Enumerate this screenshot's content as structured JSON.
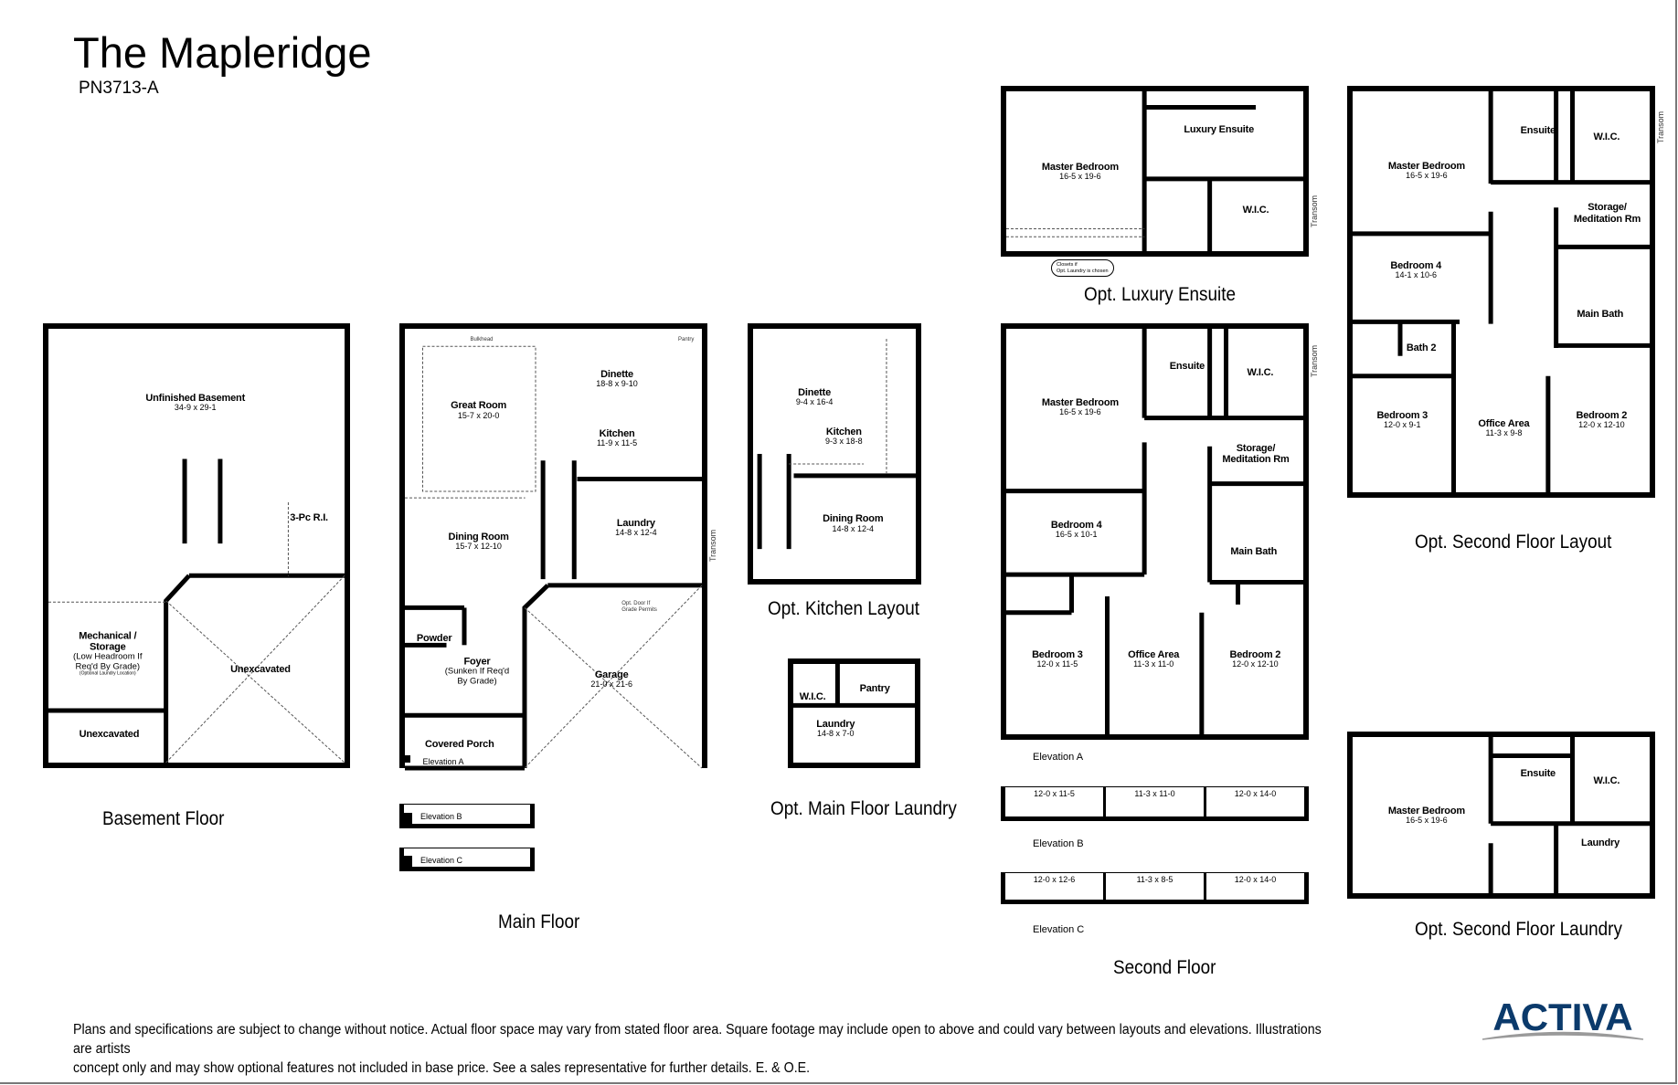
{
  "header": {
    "title": "The Mapleridge",
    "model_code": "PN3713-A"
  },
  "basement": {
    "caption": "Basement Floor",
    "rooms": [
      {
        "name": "Unfinished Basement",
        "dims": "34-9 x 29-1"
      },
      {
        "name": "3-Pc R.I."
      },
      {
        "name": "Mechanical /",
        "name2": "Storage",
        "note": "(Low Headroom If",
        "note2": "Req'd By Grade)",
        "sub": "(Optional Laundry Location)"
      },
      {
        "name": "Unexcavated"
      },
      {
        "name": "Unexcavated"
      }
    ]
  },
  "main_floor": {
    "caption": "Main Floor",
    "rooms": [
      {
        "name": "Great Room",
        "dims": "15-7 x 20-0"
      },
      {
        "name": "Dinette",
        "dims": "18-8 x 9-10"
      },
      {
        "name": "Kitchen",
        "dims": "11-9 x 11-5"
      },
      {
        "name": "Laundry",
        "dims": "14-8 x 12-4"
      },
      {
        "name": "Dining Room",
        "dims": "15-7 x 12-10"
      },
      {
        "name": "Powder"
      },
      {
        "name": "Foyer",
        "note": "(Sunken If  Req'd",
        "note2": "By Grade)"
      },
      {
        "name": "Garage",
        "dims": "21-0 x 21-6"
      },
      {
        "name": "Covered Porch"
      }
    ],
    "notes": {
      "bulkhead": "Bulkhead",
      "transom": "Transom",
      "opt_door": "Opt. Door If",
      "opt_door2": "Grade Permits",
      "pantry": "Pantry"
    },
    "elevations": [
      "Elevation A",
      "Elevation B",
      "Elevation C"
    ]
  },
  "opt_kitchen": {
    "caption": "Opt. Kitchen Layout",
    "rooms": [
      {
        "name": "Dinette",
        "dims": "9-4 x 16-4"
      },
      {
        "name": "Kitchen",
        "dims": "9-3 x 18-8"
      },
      {
        "name": "Dining Room",
        "dims": "14-8 x 12-4"
      }
    ]
  },
  "opt_main_laundry": {
    "caption": "Opt. Main Floor Laundry",
    "rooms": [
      {
        "name": "W.I.C."
      },
      {
        "name": "Pantry"
      },
      {
        "name": "Laundry",
        "dims": "14-8 x 7-0"
      }
    ]
  },
  "opt_luxury_ensuite": {
    "caption": "Opt. Luxury Ensuite",
    "rooms": [
      {
        "name": "Master Bedroom",
        "dims": "16-5 x 19-6"
      },
      {
        "name": "Luxury Ensuite"
      },
      {
        "name": "W.I.C."
      }
    ],
    "note": "Closets if",
    "note2": "Opt. Laundry is chosen",
    "transom": "Transom"
  },
  "second_floor": {
    "caption": "Second Floor",
    "rooms": [
      {
        "name": "Master Bedroom",
        "dims": "16-5 x 19-6"
      },
      {
        "name": "Ensuite"
      },
      {
        "name": "W.I.C."
      },
      {
        "name": "Storage/",
        "name2": "Meditation Rm"
      },
      {
        "name": "Bedroom 4",
        "dims": "16-5 x 10-1"
      },
      {
        "name": "Main Bath"
      },
      {
        "name": "Bedroom 3",
        "dims": "12-0 x 11-5"
      },
      {
        "name": "Office Area",
        "dims": "11-3 x 11-0"
      },
      {
        "name": "Bedroom 2",
        "dims": "12-0 x 12-10"
      }
    ],
    "transom": "Transom",
    "elevations": [
      {
        "label": "Elevation A"
      },
      {
        "label": "Elevation B",
        "dims": [
          "12-0 x 11-5",
          "11-3 x 11-0",
          "12-0 x 14-0"
        ]
      },
      {
        "label": "Elevation C",
        "dims": [
          "12-0 x 12-6",
          "11-3 x 8-5",
          "12-0 x 14-0"
        ]
      }
    ]
  },
  "opt_second_floor": {
    "caption": "Opt. Second Floor Layout",
    "rooms": [
      {
        "name": "Master Bedroom",
        "dims": "16-5 x 19-6"
      },
      {
        "name": "Ensuite"
      },
      {
        "name": "W.I.C."
      },
      {
        "name": "Storage/",
        "name2": "Meditation Rm"
      },
      {
        "name": "Bedroom 4",
        "dims": "14-1 x 10-6"
      },
      {
        "name": "Main Bath"
      },
      {
        "name": "Bath 2"
      },
      {
        "name": "Bedroom 3",
        "dims": "12-0 x 9-1"
      },
      {
        "name": "Office Area",
        "dims": "11-3 x 9-8"
      },
      {
        "name": "Bedroom 2",
        "dims": "12-0 x 12-10"
      }
    ],
    "transom": "Transom"
  },
  "opt_second_laundry": {
    "caption": "Opt. Second Floor Laundry",
    "rooms": [
      {
        "name": "Master Bedroom",
        "dims": "16-5 x 19-6"
      },
      {
        "name": "Ensuite"
      },
      {
        "name": "W.I.C."
      },
      {
        "name": "Laundry"
      }
    ]
  },
  "footer": {
    "disclaimer_line1": "Plans and specifications are subject to change without notice.  Actual floor space may vary from stated floor area. Square footage may include open to above and could vary between layouts and elevations. Illustrations are artists",
    "disclaimer_line2": "concept only and may show optional features not included in base price. See a sales representative for further details.  E. & O.E."
  },
  "logo": {
    "text": "ACTIVA",
    "color": "#0b3a6b",
    "swoosh_color": "#9a9a9a"
  }
}
